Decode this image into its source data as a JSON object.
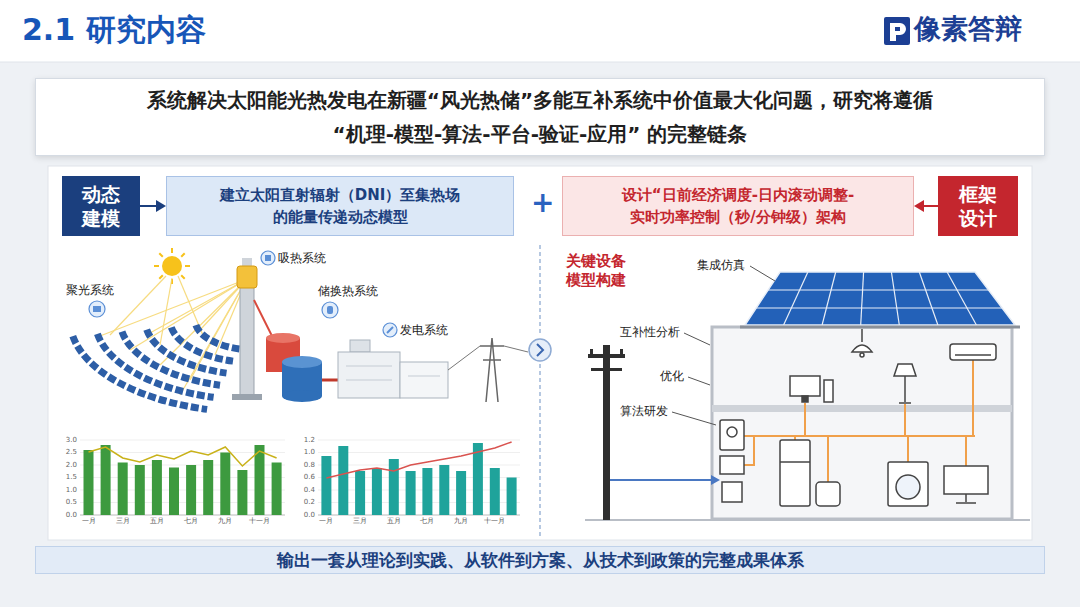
{
  "diagram": {
    "title": "2.1 研究内容",
    "nodes": [
      {
        "text": [
          "系统解决太阳能光热发电在新疆“风光热储”多能互补系统中价值最大化问题，研究将遵循 “机理-模型-算法-平台-验证-应用” 的完整链条"
        ]
      },
      {
        "text": [
          "动态 建模"
        ]
      },
      {
        "text": [
          "建立太阳直射辐射（DNI）至集热场 的能量传递动态模型"
        ]
      },
      {
        "text": [
          "设计“日前经济调度-日内滚动调整- 实时功率控制（秒/分钟级）架构"
        ]
      },
      {
        "text": [
          "框架 设计"
        ]
      },
      {
        "text": [
          "输出一套从理论到实践、从软件到方案、从技术到政策的完整成果体系"
        ]
      }
    ],
    "edges": [
      {
        "from": 1,
        "to": 2,
        "arrow": "to"
      },
      {
        "from": 4,
        "to": 3,
        "arrow": "to"
      }
    ],
    "labels": [
      "像素答辩",
      "+",
      "聚光系统",
      "吸热系统",
      "储换热系统",
      "发电系统",
      "3.0",
      "2.5",
      "2.0",
      "1.5",
      "1.0",
      "0.5",
      "0.0",
      "一月",
      "三月",
      "五月",
      "七月",
      "九月",
      "十一月",
      "1.2",
      "1.0",
      "0.8",
      "0.6",
      "0.4",
      "0.2",
      "0.0",
      "一月",
      "三月",
      "五月",
      "七月",
      "九月",
      "十一月",
      "关键设备 模型构建",
      "集成仿真",
      "互补性分析",
      "优化",
      "算法研发"
    ]
  }
}
